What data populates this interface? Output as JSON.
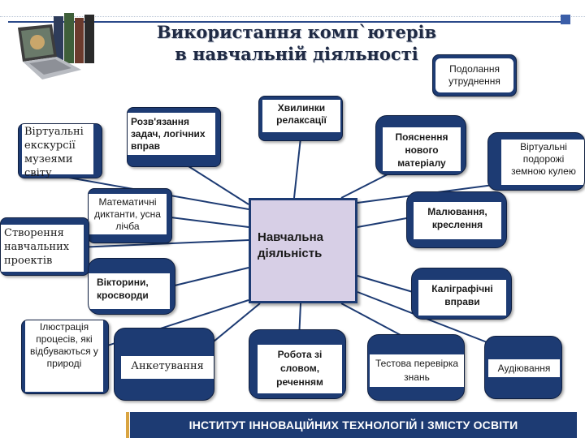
{
  "title": {
    "line1": "Використання комп`ютерів",
    "line2": "в навчальній діяльності"
  },
  "center": {
    "label": "Навчальна діяльність"
  },
  "nodes": {
    "overcoming": "Подолання утруднення",
    "virtual_excursions": "Віртуальні екскурсії музеями світу",
    "problem_solving": "Розв'язання задач, логічних вправ",
    "relaxation": "Хвилинки релаксації",
    "explanation": "Пояснення нового матеріалу",
    "virtual_travel": "Віртуальні подорожі земною кулею",
    "math_dictations": "Математичні диктанти, усна лічба",
    "projects": "Створення навчальних проектів",
    "drawing": "Малювання, креслення",
    "quizzes": "Вікторини, кросворди",
    "calligraphy": "Каліграфічні вправи",
    "illustration": "Ілюстрація процесів, які відбуваються у природі",
    "survey": "Анкетування",
    "word_work": "Робота зі словом, реченням",
    "test": "Тестова перевірка знань",
    "listening": "Аудіювання"
  },
  "footer": {
    "label": "ІНСТИТУТ ІННОВАЦІЙНИХ ТЕХНОЛОГІЙ І ЗМІСТУ ОСВІТИ"
  },
  "colors": {
    "node_fill": "#1d3b73",
    "center_fill": "#d7cfe6",
    "line": "#1d3b73",
    "footer": "#1d3b73"
  }
}
